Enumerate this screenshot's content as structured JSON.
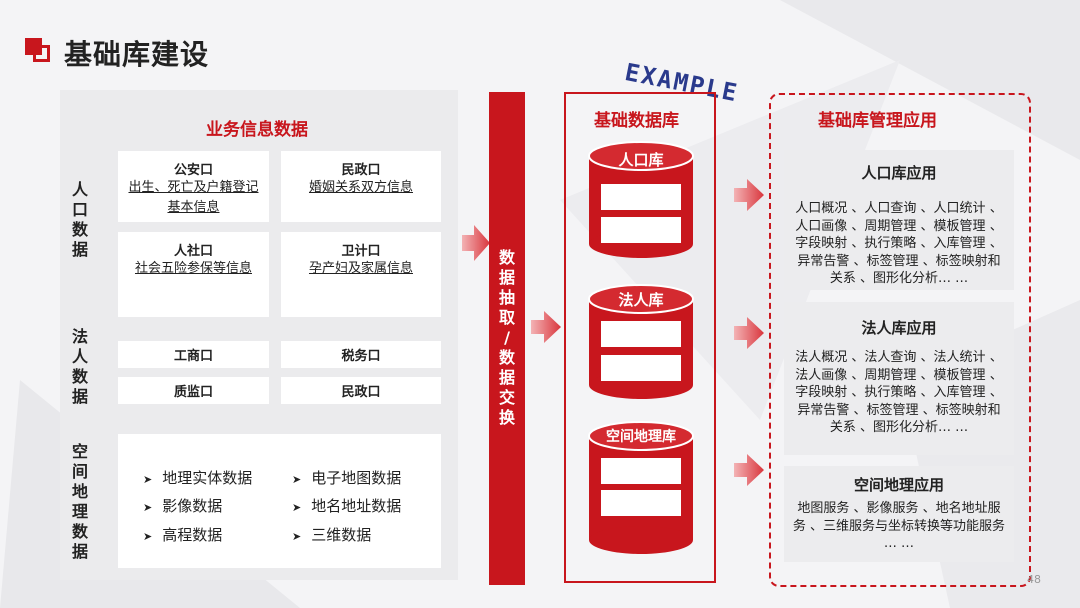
{
  "header": {
    "title": "基础库建设"
  },
  "stamp": "EXAMPLE",
  "business": {
    "title": "业务信息数据",
    "groups": [
      {
        "label": [
          "人",
          "口",
          "数",
          "据"
        ]
      },
      {
        "label": [
          "法",
          "人",
          "数",
          "据"
        ]
      },
      {
        "label": [
          "空",
          "间",
          "地",
          "理",
          "数",
          "据"
        ]
      }
    ],
    "population_boxes": [
      {
        "title": "公安口",
        "desc": "出生、死亡及户籍登记基本信息"
      },
      {
        "title": "民政口",
        "desc": "婚姻关系双方信息"
      },
      {
        "title": "人社口",
        "desc": "社会五险参保等信息"
      },
      {
        "title": "卫计口",
        "desc": "孕产妇及家属信息"
      }
    ],
    "legal_boxes": [
      "工商口",
      "税务口",
      "质监口",
      "民政口"
    ],
    "geo_items": [
      "地理实体数据",
      "电子地图数据",
      "影像数据",
      "地名地址数据",
      "高程数据",
      "三维数据"
    ]
  },
  "exchange": {
    "label": [
      "数",
      "据",
      "抽",
      "取",
      "/",
      "数",
      "据",
      "交",
      "换"
    ]
  },
  "databases": {
    "title": "基础数据库",
    "items": [
      "人口库",
      "法人库",
      "空间地理库"
    ]
  },
  "apps": {
    "title": "基础库管理应用",
    "cards": [
      {
        "title": "人口库应用",
        "body": "人口概况 、人口查询 、人口统计 、人口画像 、周期管理 、模板管理 、字段映射 、执行策略 、入库管理 、异常告警 、标签管理 、标签映射和关系 、图形化分析… …"
      },
      {
        "title": "法人库应用",
        "body": "法人概况 、法人查询 、法人统计 、法人画像 、周期管理 、模板管理 、字段映射 、执行策略 、入库管理 、异常告警 、标签管理 、标签映射和关系 、图形化分析… …"
      },
      {
        "title": "空间地理应用",
        "body": "地图服务 、影像服务 、地名地址服务 、三维服务与坐标转换等功能服务 … …"
      }
    ]
  },
  "page_number": "48",
  "colors": {
    "accent": "#c8161d",
    "stamp": "#2a3a8c"
  }
}
